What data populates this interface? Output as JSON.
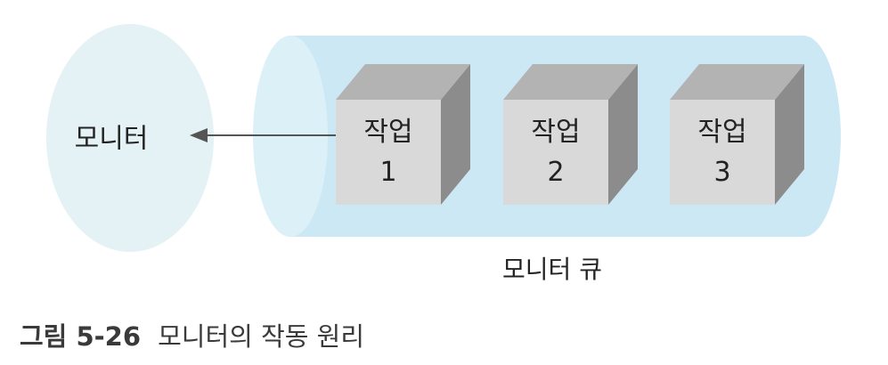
{
  "figure": {
    "caption_number": "그림 5-26",
    "caption_text": "모니터의 작동 원리"
  },
  "monitor": {
    "label": "모니터"
  },
  "queue": {
    "label": "모니터 큐",
    "jobs": [
      {
        "label": "작업",
        "number": "1"
      },
      {
        "label": "작업",
        "number": "2"
      },
      {
        "label": "작업",
        "number": "3"
      }
    ]
  },
  "colors": {
    "monitor_fill": "#e4f2f5",
    "queue_fill": "#cde8f5",
    "queue_end_fill": "#dcf0f8",
    "cube_front": "#d9d9d9",
    "cube_top": "#b3b3b3",
    "cube_side": "#8c8c8c",
    "arrow": "#555555"
  }
}
